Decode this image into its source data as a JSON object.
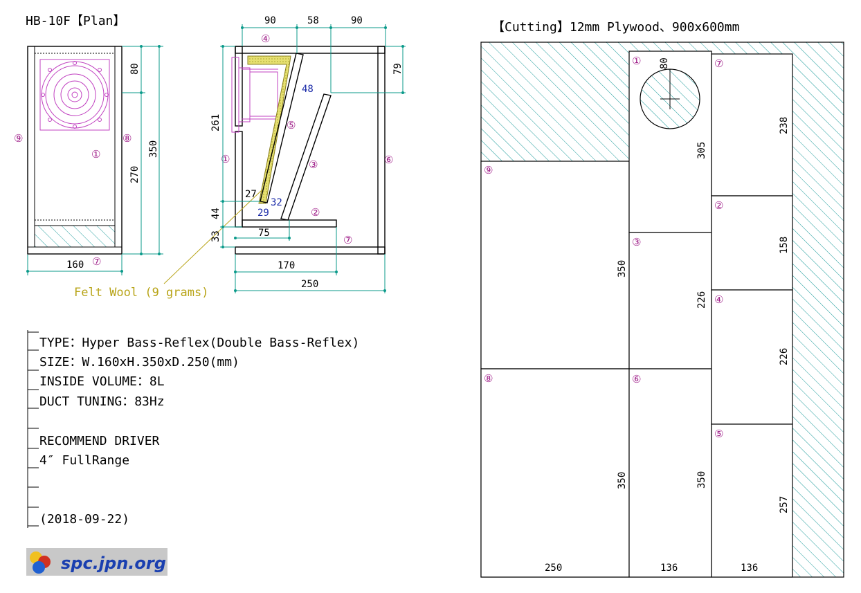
{
  "plan": {
    "title": "HB-10F【Plan】",
    "felt_label": "Felt Wool (9 grams)",
    "front": {
      "width": "160",
      "height": "350",
      "top": "80",
      "lower": "270",
      "label_7": "⑦",
      "label_8": "⑧",
      "label_9": "⑨",
      "label_1": "①"
    },
    "side": {
      "top_a": "90",
      "top_b": "58",
      "top_c": "90",
      "right_79": "79",
      "left_261": "261",
      "left_44": "44",
      "left_33": "33",
      "d_27": "27",
      "d_29": "29",
      "d_32": "32",
      "d_48": "48",
      "d_75": "75",
      "d_170": "170",
      "d_250": "250",
      "label_1": "①",
      "label_2": "②",
      "label_3": "③",
      "label_4": "④",
      "label_5": "⑤",
      "label_6": "⑥",
      "label_7": "⑦"
    }
  },
  "spec": {
    "type": "TYPE：Hyper Bass-Reflex(Double Bass-Reflex)",
    "size": "SIZE：W.160xH.350xD.250(mm)",
    "volume": "INSIDE VOLUME：8L",
    "tuning": "DUCT TUNING：83Hz",
    "driver_title": "RECOMMEND DRIVER",
    "driver": "4″ FullRange",
    "date": "(2018-09-22)"
  },
  "logo": {
    "text": "spc.jpn.org"
  },
  "cutting": {
    "title": "【Cutting】12mm Plywood、900x600mm",
    "hole": "80",
    "panels": {
      "p1": {
        "label": "①",
        "dim": "305"
      },
      "p2": {
        "label": "②",
        "dim": "158"
      },
      "p3": {
        "label": "③",
        "dim": "226"
      },
      "p4": {
        "label": "④",
        "dim": "226"
      },
      "p5": {
        "label": "⑤",
        "dim": "257"
      },
      "p6": {
        "label": "⑥",
        "dim": "350"
      },
      "p7": {
        "label": "⑦",
        "dim": "238"
      },
      "p8": {
        "label": "⑧",
        "dim": "350"
      },
      "p9": {
        "label": "⑨",
        "dim": "350"
      }
    },
    "widths": {
      "w1": "250",
      "w2": "136",
      "w3": "136"
    }
  },
  "colors": {
    "dimension": "#0a9a8a",
    "part_number": "#a0208a",
    "felt": "#d8d060",
    "speaker": "#c040c0"
  }
}
